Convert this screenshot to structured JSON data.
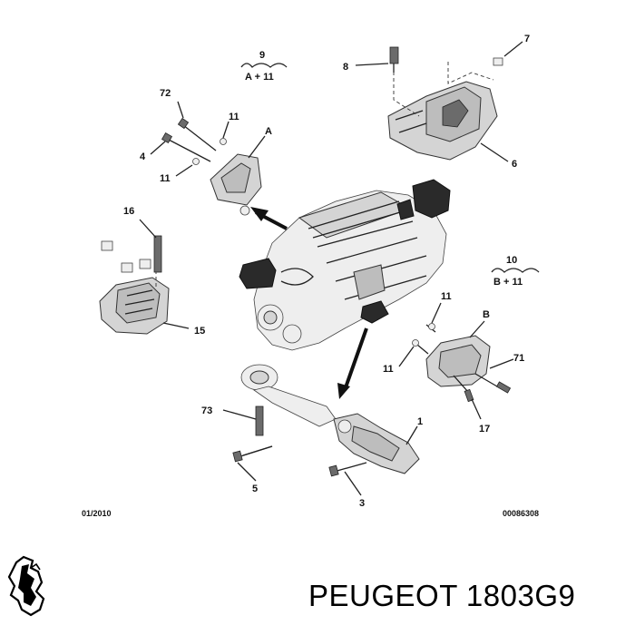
{
  "callouts": {
    "c9": "9",
    "c9sub": "A + 11",
    "c10": "10",
    "c10sub": "B + 11",
    "c72": "72",
    "c11a": "11",
    "cA": "A",
    "c4": "4",
    "c11b": "11",
    "c8": "8",
    "c7": "7",
    "c6": "6",
    "c16": "16",
    "c15": "15",
    "c11c": "11",
    "cB": "B",
    "c11d": "11",
    "c71": "71",
    "c17": "17",
    "c73": "73",
    "c1": "1",
    "c5": "5",
    "c3": "3"
  },
  "footer": {
    "date": "01/2010",
    "ref": "00086308",
    "brand": "PEUGEOT 1803G9"
  },
  "icons": {
    "logo": "peugeot-lion-logo-icon"
  }
}
